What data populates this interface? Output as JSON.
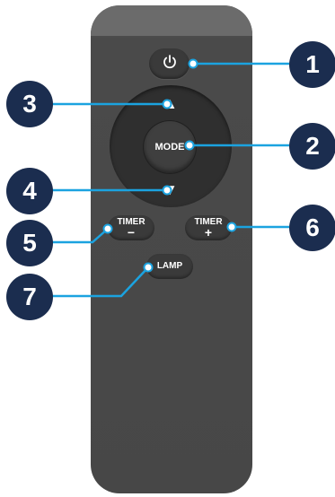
{
  "remote": {
    "mode_label": "MODE",
    "up_arrow": "▲",
    "down_arrow": "▼",
    "timer_minus": {
      "label": "TIMER",
      "symbol": "−"
    },
    "timer_plus": {
      "label": "TIMER",
      "symbol": "+"
    },
    "lamp_label": "LAMP",
    "power_icon": "power-icon"
  },
  "callouts": [
    {
      "number": "1"
    },
    {
      "number": "2"
    },
    {
      "number": "3"
    },
    {
      "number": "4"
    },
    {
      "number": "5"
    },
    {
      "number": "6"
    },
    {
      "number": "7"
    }
  ],
  "colors": {
    "remote_body": "#474747",
    "button": "#3a3a3a",
    "callout_badge": "#1b2d4f",
    "callout_line": "#1ba3e0"
  }
}
